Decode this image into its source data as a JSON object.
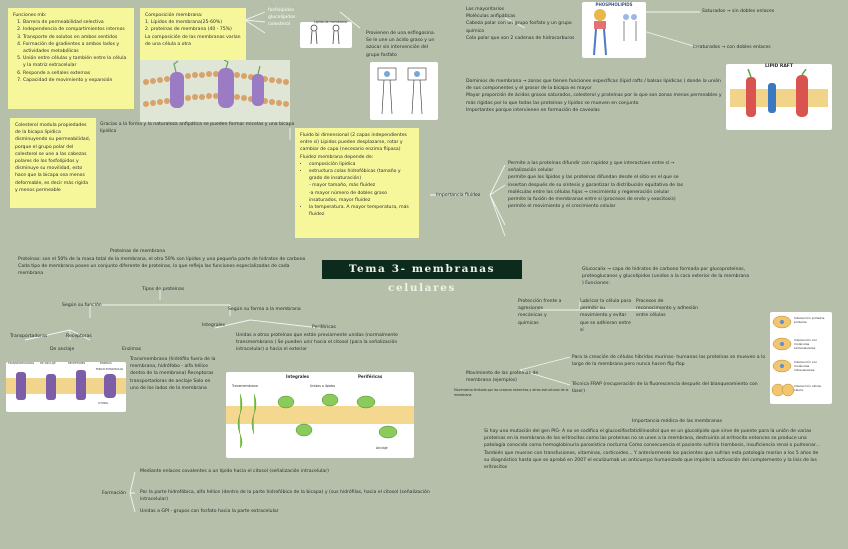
{
  "title": "Tema 3- membranas celulares",
  "funciones_note": {
    "heading": "Funciones mb:",
    "items": [
      "Barrera de permeabilidad selectiva",
      "Independencia de compartimientos internos",
      "Transporte de solutos en ambos sentidos",
      "Formación de gradientes a ambos lados y actividades metabólicas",
      "Unión entre células y también entre la célula y la matriz extracelular",
      "Responde a señales externas",
      "Capacidad de movimiento y expansión"
    ]
  },
  "composicion_note": {
    "heading": "Composición membrana:",
    "items": [
      "1. Lípidos de membrana(25-60%)",
      "2. proteínas de membrana (40 - 75%)"
    ],
    "extra": "La composición de las membranas varían de una célula a otra"
  },
  "lipid_types": [
    "fosfolípidos",
    "glucolípidos",
    "colesterol"
  ],
  "lipid_sketch_label": "Lípido de membrana",
  "esfingosina_text": "Provienen de una esfingosina. Se le une un ácido graso y un azúcar sin intervención del grupo fosfato",
  "fosfolipidos_text": [
    "Los mayoritarios",
    "Moléculas anfipáticas",
    "Cabeza polar con un grupo fosfato y un grupo químico",
    "Cola polar que son 2 cadenas de hidrocarburos"
  ],
  "fig_phospholipid_label": "PHOSPHOLIPIDS",
  "saturados_text": "Saturados → sin dobles enlaces",
  "insaturados_text": "Insaturados → con dobles enlaces",
  "lipid_raft_label": "LIPID RAFT",
  "dominios_text": [
    "Dominios de membrana → zonas que tienen funciones específicas (lipid rafts / balsas lipídicas ) donde la unión de sus componentes y el grosor de la bicapa es mayor",
    "Mayor proporción de ácidos grasos saturados, colesterol y proteínas por lo que son zonas menos permeables y más rígidas por lo que todas las proteínas y lípidos se mueven en conjunto",
    "Importantes porque intervienen en formación de caveolas"
  ],
  "colesterol_note": "Colesterol modula propiedades de la bicapa lipídica disminuyendo su permeabilidad, porque el grupo polar del colesterol se une a las cabezas polares de los fosfolípidos y disminuye su movilidad, esto hace que la bicapa sea menos deformable, es decir más rígida y menos permeable",
  "anfipatica_text": "Gracias a la forma y la naturaleza anfipática se pueden formar micelas y una bicapa lipídica",
  "fluido_text": {
    "intro": "Fluido bi dimensional (2 capas independientes entre sí) Lípidos pueden desplazarse, rotar y cambiar de capa (necesario enzima flipasa) Fluidez membrana depende de:",
    "items": [
      "composición lipídica",
      "estructura colas hidrofóbicas (tamaño y grado de insaturación)",
      "- mayor tamaño, más fluidez",
      "-a mayor número de dobles graso insaturados, mayor fluidez",
      "la temperatura. A mayor temperatura, más fluidez"
    ]
  },
  "importancia_fluidez_label": "Importancia fluidez",
  "importancia_fluidez_items": [
    "Permite a las proteínas difundir con rapidez y que interactúen entre sí → señalización celular",
    "permite que los lípidos y las proteínas difundan desde el sitio en el que se insertan después de su síntesis y garantizar la distribución equitativa de las moléculas entre las células hijas → crecimiento y regeneración celular",
    "permite la fusión de membranas entre sí (procesos de endo y exocitosis)",
    "permite el movimiento y el crecimiento celular"
  ],
  "proteinas_text": {
    "heading": "Proteínas de membrana",
    "body": "Proteínas: son el 50% de la masa total de la membrana, el otro 50% son lípidos y una pequeña parte de hidratos de carbono Cada tipo de membrana posee un conjunto diferente de proteínas, lo que refleja las funciones especializadas de cada membrana"
  },
  "tipos_label": "Tipos de proteínas",
  "segun_funcion_label": "Según su función",
  "segun_forma_label": "Según su forma a la membrana",
  "transportadoras_label": "Transportadoras",
  "receptoras_label": "Receptoras",
  "de_anclaje_label": "De anclaje",
  "enzimas_label": "Enzimas",
  "integrales_label": "Integrales",
  "perifericas_label": "Periféricas",
  "integrales_text": "Transmembrana (hidrófilo fuera de la membrana, hidrófobo - alfa hélice dentro de la membrana) Receptoras transportadoras de anclaje Solo en uno de los lados de la membrana",
  "perifericas_text": "Unidas a otras proteínas que están previamente unidas (normalmente transmembrana ) Se pueden unir hacia el citosol (para la señalización intracelular) o hacia el exterior",
  "fig_functions_labels": [
    "TRANSPORTADORAS",
    "DE ANCLAJE",
    "RECEPTORES",
    "ENZIMAS",
    "ESPACIO EXTRACELULAR",
    "CITOSOL"
  ],
  "fig_integrales_labels": {
    "integrales": "Integrales",
    "perifericas": "Periféricas",
    "transmembrana": "Transmembrana",
    "unidas": "Unidas a lípidos",
    "anclaje": "Anclaje"
  },
  "formacion_label": "Formación",
  "formacion_items": [
    "Mediante enlaces covalentes a un lípido hacia el citosol (señalización intracelular)",
    "Por la parte hidrofóbica, alfa hélice (dentro de la parte hidrofóbica de la bicapa) y (sus hidrófilas, hacia el citosol (señalización intracelular)",
    "Unidas a GPI - grupos con fosfato hacia la parte extracelular"
  ],
  "glucocalix_text": "Glucocalix → capa de hidratos de carbono formada por glucoproteínas, proteoglucanos y glucolípidos (unidos a la cara exterior de la membrana ) Funciones:",
  "glucocalix_funcs": [
    "Protección frente a agresiones mecánicas y químicas",
    "Lubricar la célula para permitir su movimiento y evitar que se adhieran entre sí",
    "Procesos de reconocimiento y adhesión entre células"
  ],
  "movimiento_label": "Movimiento de las proteínas de membrana (ejemplos)",
  "movimiento_sub": "Movimiento limitado por las uniones estrechas y otras estructuras de la membrana",
  "movimiento_items": [
    "Para la creación de células híbridas murinas- humanas las proteínas se mueven a lo largo de la membrana pero nunca hacen flip-flop",
    "Técnica FRAP (recuperación de la fluorescencia después del blanqueamiento con láser)"
  ],
  "fig_interaccion_labels": [
    "Interacción proteína-proteína",
    "Interacción con moléculas extracelulares",
    "Interacción con moléculas intracelulares",
    "Interacción célula-célula"
  ],
  "importancia_medica_heading": "Importancia médica de las membranas",
  "importancia_medica_text": "Si hay una mutación del gen PIG- A no se codifica el glucosilfosfatidilinositol que es un glucolípido que sirve de puente para la unión de varias proteínas en la membrana de los eritrocitos como las proteínas no se unen a la membrana, destruirán al eritrocito entonces se produce una patología conocida como hemoglobinuria paroxística nocturna Como consecuencia el paciente sufriría trombosis, insuficiencia renal o pulmonar... También que mueran con transfusiones, vitaminas, corticoides... Y anteriormente los pacientes que sufrían esta patología morían a los 5 años de su diagnóstico hasta que se aprobó en 2007 el eculizumab un anticuerpo humanizado que impide la activación del complemento y la lisis de los eritrocitos",
  "colors": {
    "background": "#b5bfaa",
    "note_yellow": "#f6f79a",
    "title_bg": "#0c2b1c",
    "line": "#eef0e8"
  }
}
